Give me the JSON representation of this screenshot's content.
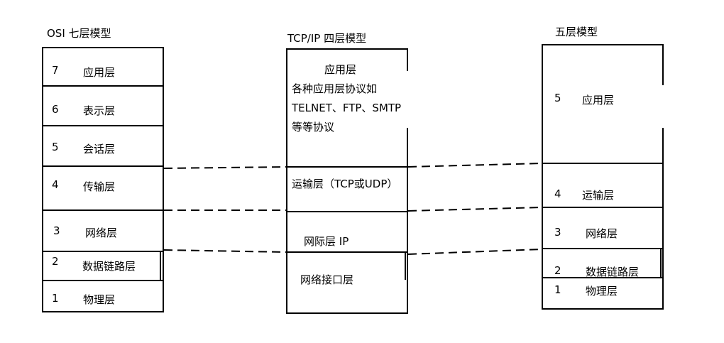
{
  "colors": {
    "line": "#000000",
    "background": "#ffffff"
  },
  "osi": {
    "title": "OSI 七层模型",
    "layers": [
      {
        "num": "7",
        "name": "应用层"
      },
      {
        "num": "6",
        "name": "表示层"
      },
      {
        "num": "5",
        "name": "会话层"
      },
      {
        "num": "4",
        "name": "传输层"
      },
      {
        "num": "3",
        "name": "网络层"
      },
      {
        "num": "2",
        "name": "数据链路层"
      },
      {
        "num": "1",
        "name": "物理层"
      }
    ]
  },
  "tcpip": {
    "title": "TCP/IP 四层模型",
    "app_title": "应用层",
    "app_desc": [
      "各种应用层协议如",
      "TELNET、FTP、SMTP",
      "等等协议"
    ],
    "transport": "运输层（TCP或UDP）",
    "internet": "网际层  IP",
    "link": "网络接口层"
  },
  "five": {
    "title": "五层模型",
    "layers": [
      {
        "num": "5",
        "name": "应用层"
      },
      {
        "num": "4",
        "name": "运输层"
      },
      {
        "num": "3",
        "name": "网络层"
      },
      {
        "num": "2",
        "name": "数据链路层"
      },
      {
        "num": "1",
        "name": "物理层"
      }
    ]
  }
}
